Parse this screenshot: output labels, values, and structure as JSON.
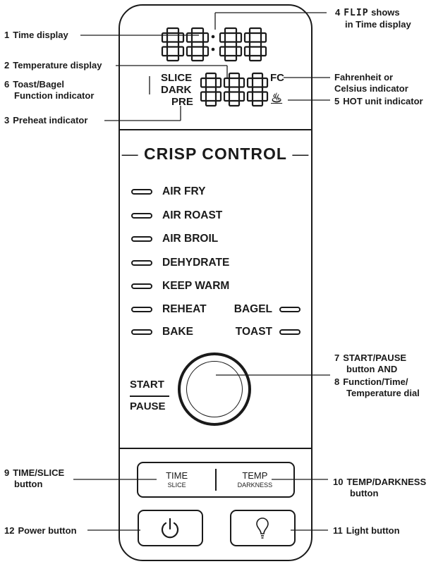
{
  "panel": {
    "crisp_control": "CRISP CONTROL",
    "display": {
      "slice": "SLICE",
      "dark": "DARK",
      "pre": "PRE",
      "fc": "FC",
      "hot_symbol": "♨"
    },
    "functions_left": [
      "AIR FRY",
      "AIR ROAST",
      "AIR BROIL",
      "DEHYDRATE",
      "KEEP WARM",
      "REHEAT",
      "BAKE"
    ],
    "functions_right": [
      "BAGEL",
      "TOAST"
    ],
    "start": "START",
    "pause": "PAUSE",
    "time_button": {
      "main": "TIME",
      "sub": "SLICE"
    },
    "temp_button": {
      "main": "TEMP",
      "sub": "DARKNESS"
    }
  },
  "callouts": {
    "c1": {
      "num": "1",
      "text": "Time display"
    },
    "c2": {
      "num": "2",
      "text": "Temperature display"
    },
    "c3": {
      "num": "3",
      "text": "Preheat indicator"
    },
    "c4": {
      "num": "4",
      "flip": "FLIP",
      "text": "shows",
      "sub": "in Time display"
    },
    "c5": {
      "num": "5",
      "text": "HOT unit indicator"
    },
    "c6": {
      "num": "6",
      "text": "Toast/Bagel",
      "sub": "Function indicator"
    },
    "cfc": {
      "text": "Fahrenheit or",
      "sub": "Celsius indicator"
    },
    "c7": {
      "num": "7",
      "text": "START/PAUSE",
      "sub": "button",
      "sub_bold": "AND"
    },
    "c8": {
      "num": "8",
      "text": "Function/Time/",
      "sub": "Temperature dial"
    },
    "c9": {
      "num": "9",
      "text": "TIME/SLICE",
      "sub": "button"
    },
    "c10": {
      "num": "10",
      "text": "TEMP/DARKNESS",
      "sub": "button"
    },
    "c11": {
      "num": "11",
      "text": "Light button"
    },
    "c12": {
      "num": "12",
      "text": "Power button"
    }
  }
}
